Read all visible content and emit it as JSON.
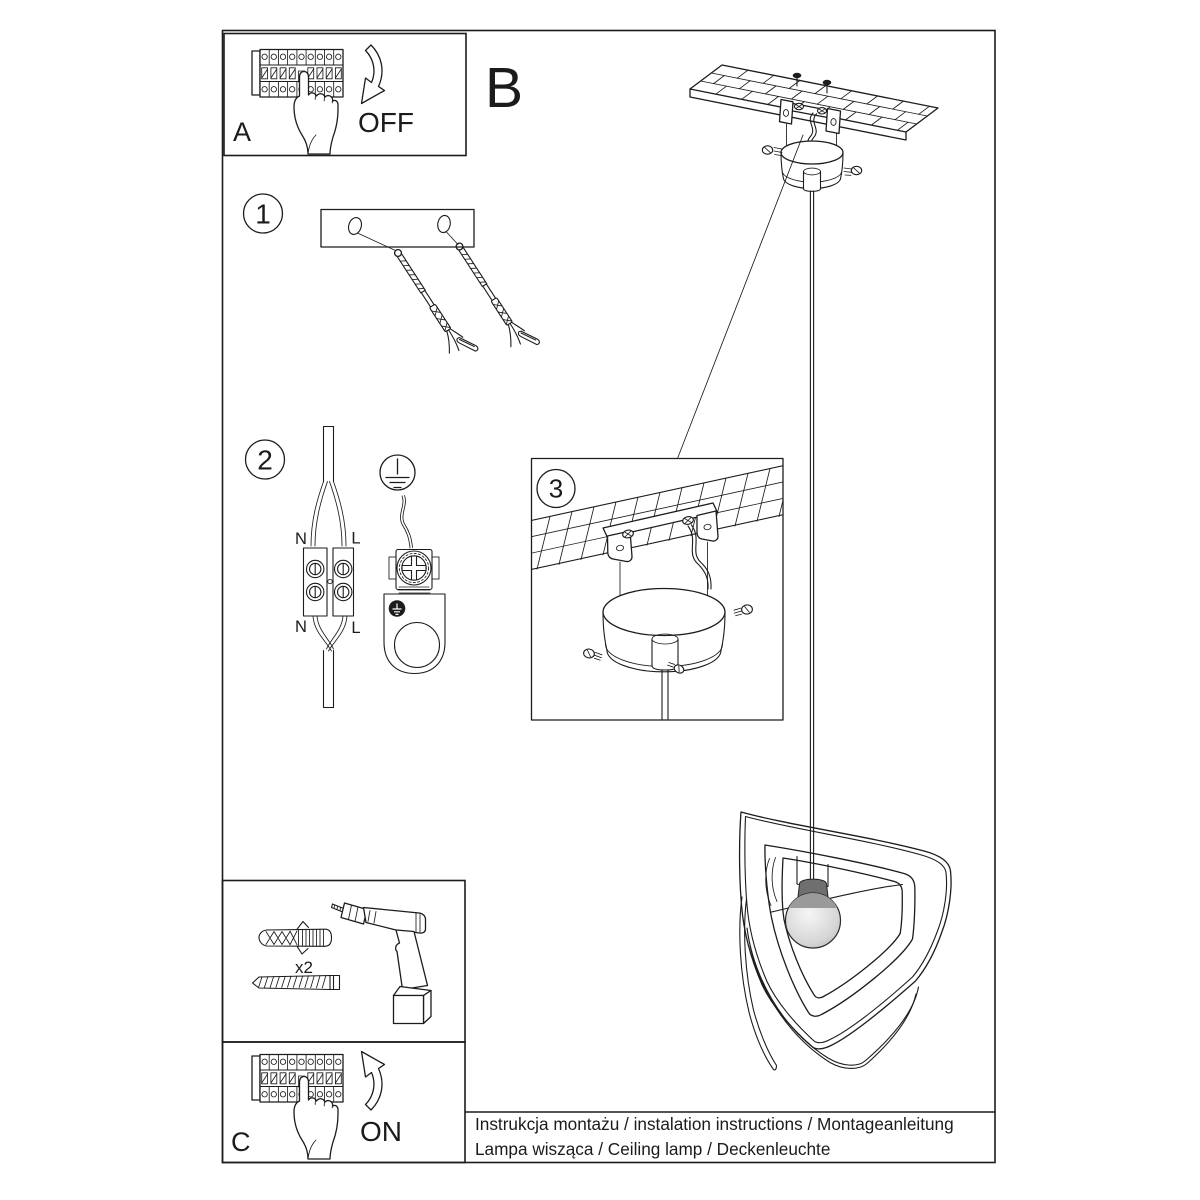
{
  "colors": {
    "line": "#1c1c1c",
    "paper": "#ffffff",
    "bulb_fill": "#d6d6d6",
    "bulb_cap": "#9a9a9a",
    "socket": "#6f6f6f"
  },
  "panel_a": {
    "label": "A",
    "switch_action": "OFF"
  },
  "section_b": {
    "label": "B"
  },
  "step1": {
    "number": "1"
  },
  "step2": {
    "number": "2",
    "labels": {
      "top_left": "N",
      "top_right": "L",
      "bottom_left": "N",
      "bottom_right": "L"
    }
  },
  "step3": {
    "number": "3"
  },
  "tools": {
    "quantity": "x2"
  },
  "panel_c": {
    "label": "C",
    "switch_action": "ON"
  },
  "footer": {
    "line1": "Instrukcja montażu / instalation instructions / Montageanleitung",
    "line2": "Lampa wisząca / Ceiling lamp  / Deckenleuchte"
  }
}
